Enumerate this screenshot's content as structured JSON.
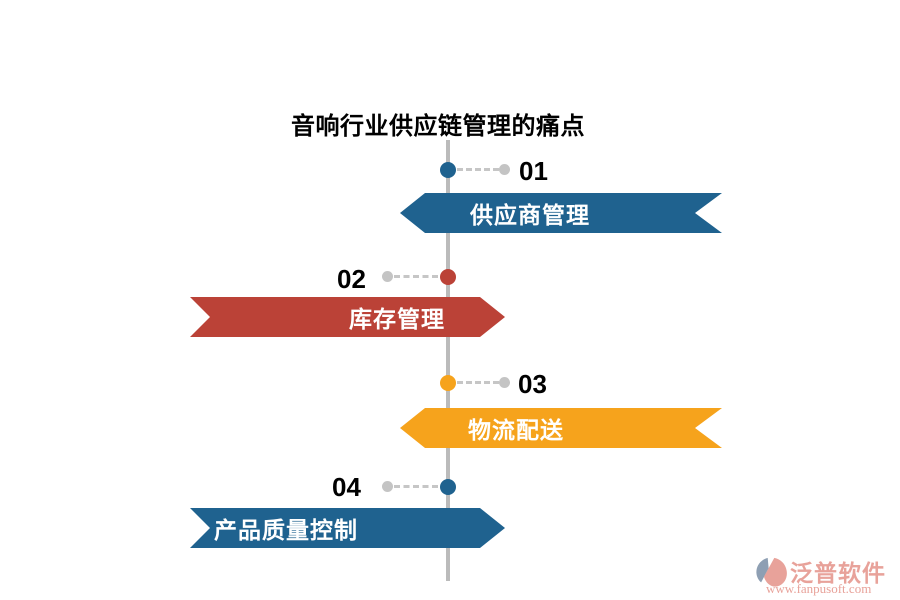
{
  "title": "音响行业供应链管理的痛点",
  "colors": {
    "blue": "#1f628f",
    "red": "#bb4237",
    "orange": "#f6a31c",
    "axis_gray": "#bbbbbb",
    "connector_gray": "#c6c6c6",
    "dot_gray": "#c4c4c4",
    "number_black": "#000000",
    "banner_text": "#ffffff",
    "logo_salmon": "#e8a29a",
    "logo_slate": "#8e9fb3"
  },
  "items": [
    {
      "number": "01",
      "label": "供应商管理",
      "color": "#1f628f",
      "label_side": "right"
    },
    {
      "number": "02",
      "label": "库存管理",
      "color": "#bb4237",
      "label_side": "left"
    },
    {
      "number": "03",
      "label": "物流配送",
      "color": "#f6a31c",
      "label_side": "right"
    },
    {
      "number": "04",
      "label": "产品质量控制",
      "color": "#1f628f",
      "label_side": "left"
    }
  ],
  "watermark": {
    "brand": "泛普软件",
    "url": "www.fanpusoft.com"
  }
}
